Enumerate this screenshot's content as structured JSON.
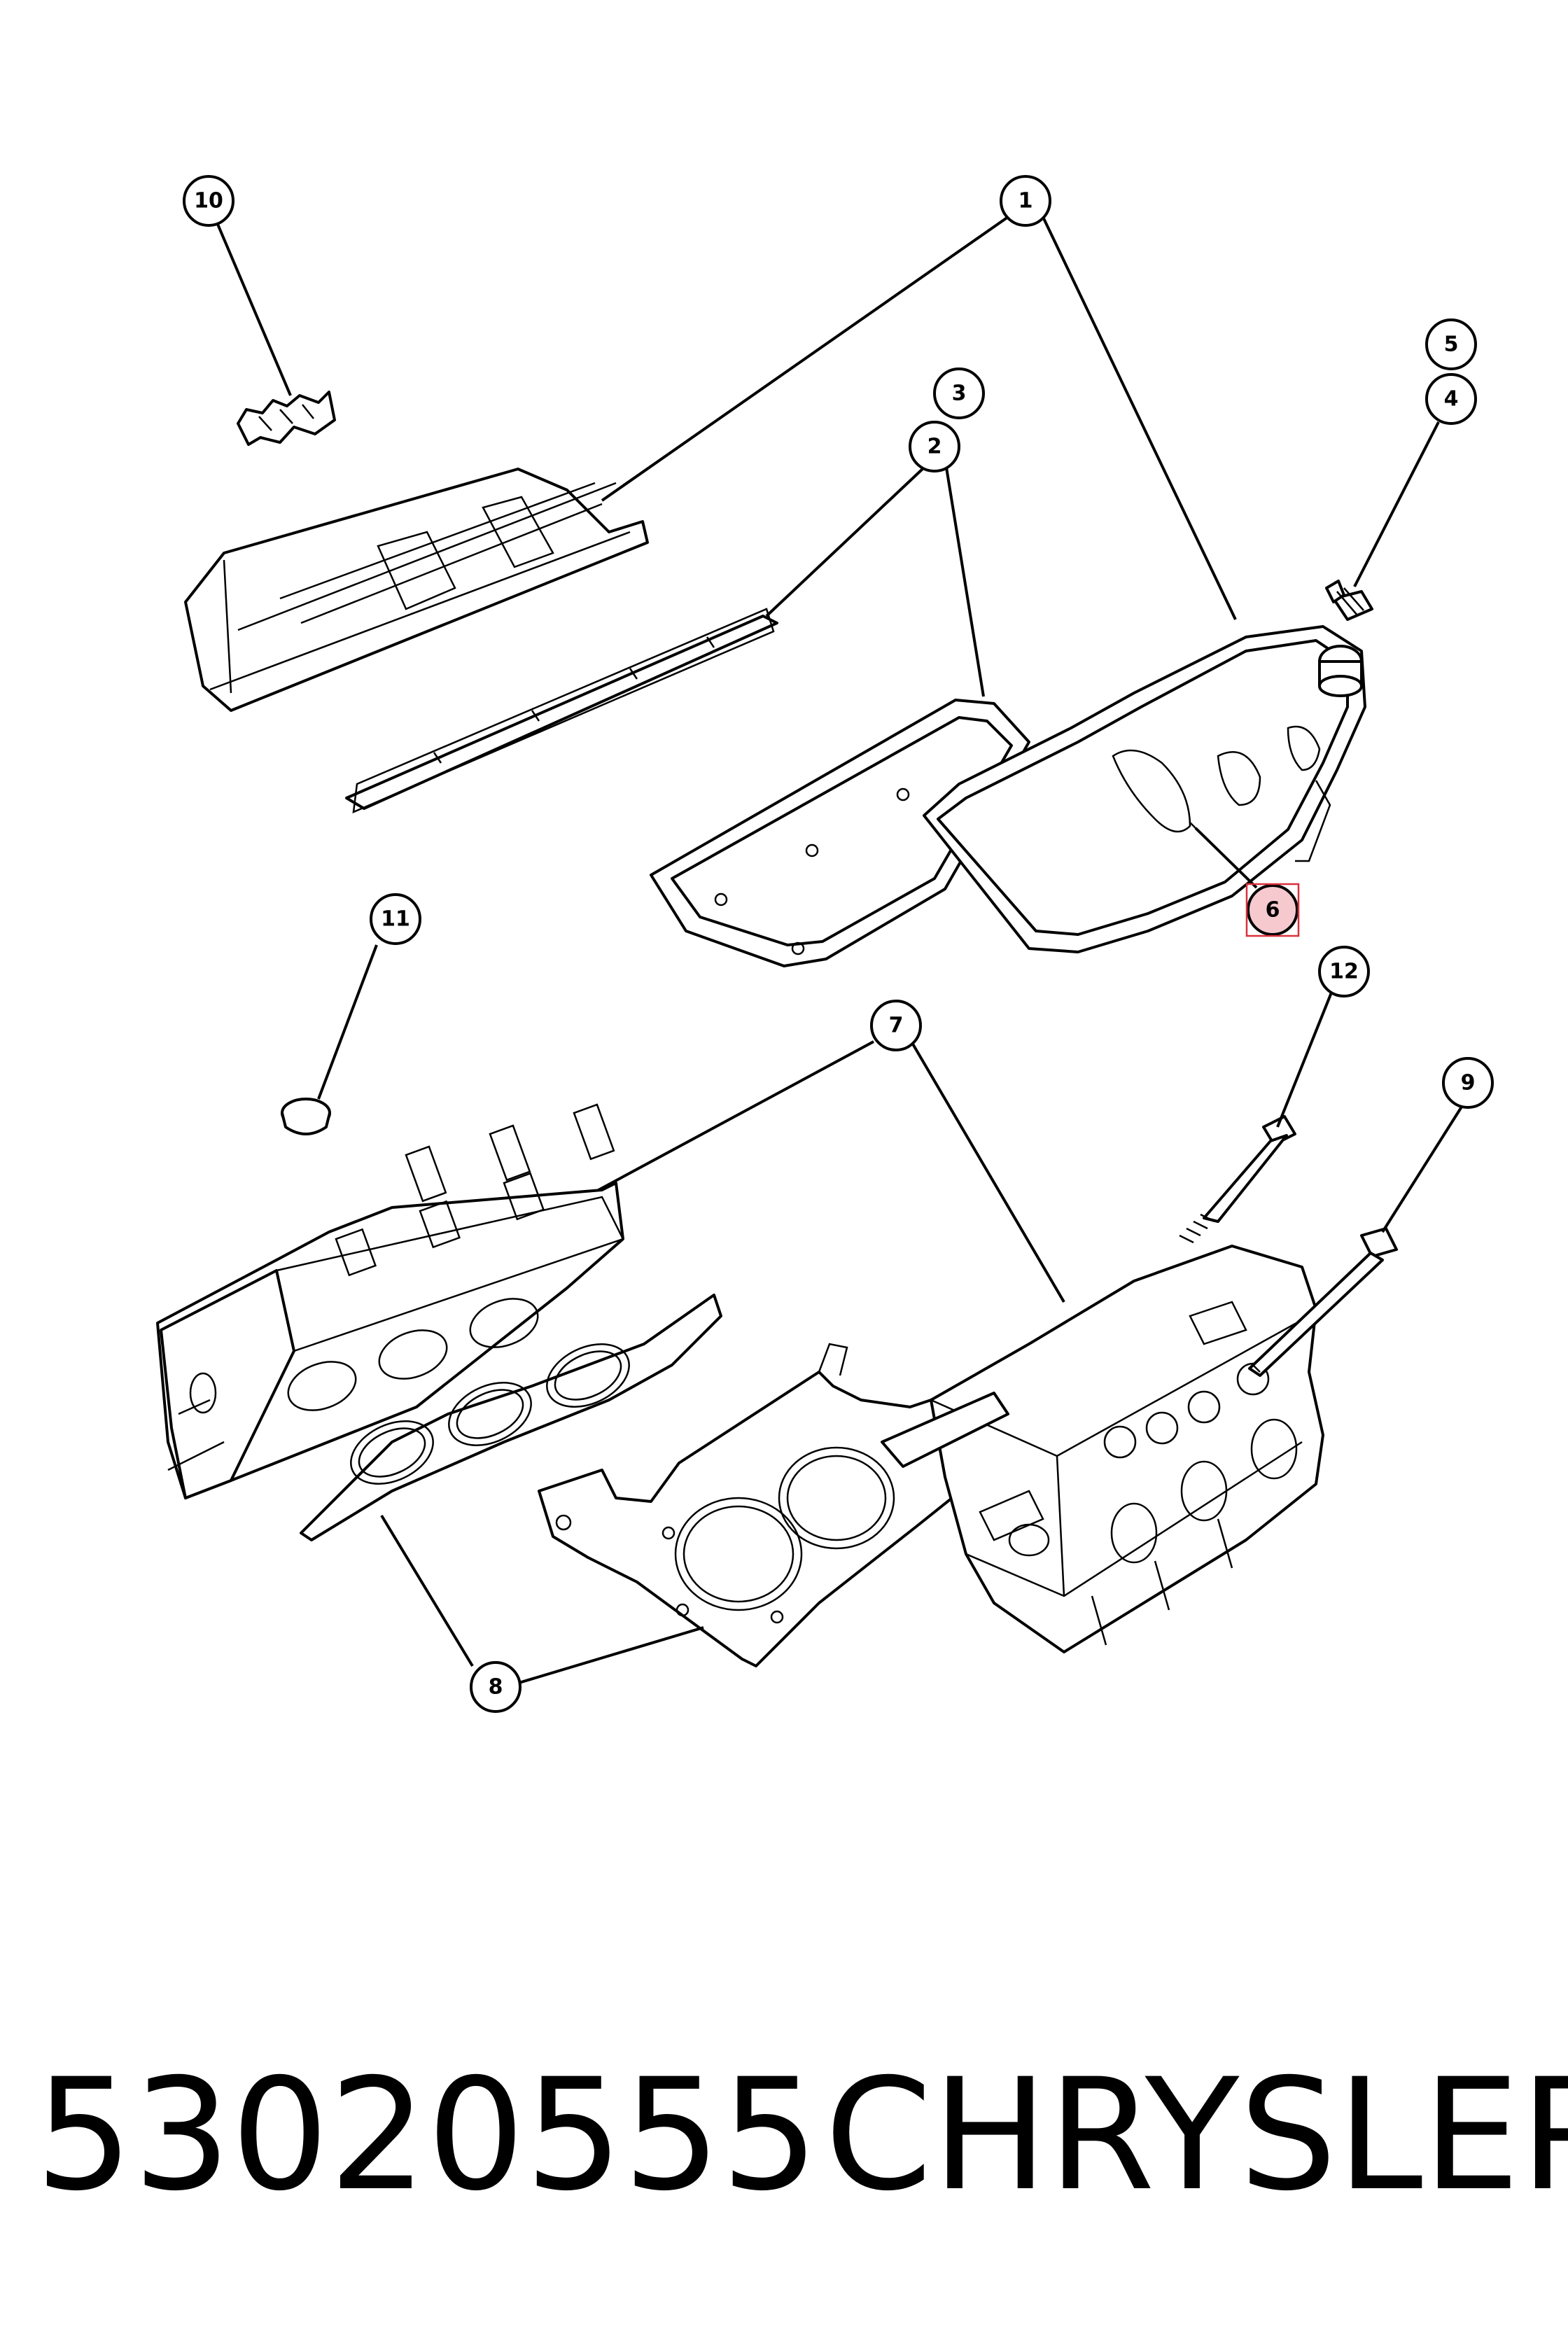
{
  "callouts": {
    "c1": "1",
    "c2": "2",
    "c3": "3",
    "c4": "4",
    "c5": "5",
    "c6": "6",
    "c7": "7",
    "c8": "8",
    "c9": "9",
    "c10": "10",
    "c11": "11",
    "c12": "12"
  },
  "highlight": {
    "callout": "6",
    "color": "#d9303c"
  },
  "footer": {
    "part_number": "53020555",
    "brand": "CHRYSLER"
  }
}
